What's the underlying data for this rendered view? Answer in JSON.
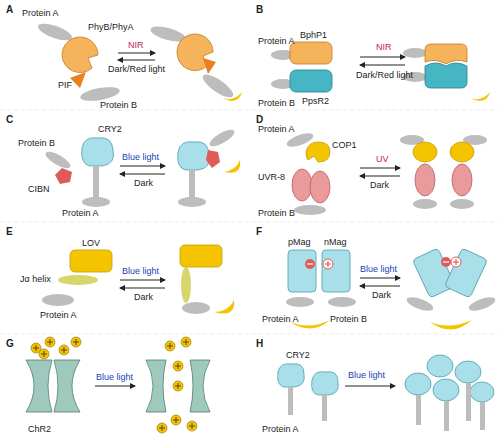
{
  "diagram": {
    "labels": [
      "A",
      "Protein A",
      "PhyB/PhyA",
      "NIR",
      "Dark/Red light",
      "PIF",
      "Protein B",
      "B",
      "Protein A",
      "BphP1",
      "NIR",
      "Dark/Red light",
      "Protein B",
      "PpsR2",
      "C",
      "Protein B",
      "CRY2",
      "CIBN",
      "Blue light",
      "Dark",
      "Protein A",
      "D",
      "Protein A",
      "COP1",
      "UVR-8",
      "UV",
      "Dark",
      "Protein B",
      "E",
      "LOV",
      "Blue light",
      "Jα helix",
      "Dark",
      "Protein A",
      "F",
      "pMag",
      "nMag",
      "Blue light",
      "Dark",
      "Protein A",
      "Protein B",
      "G",
      "Blue light",
      "ChR2",
      "H",
      "CRY2",
      "Blue light",
      "Protein A"
    ]
  }
}
